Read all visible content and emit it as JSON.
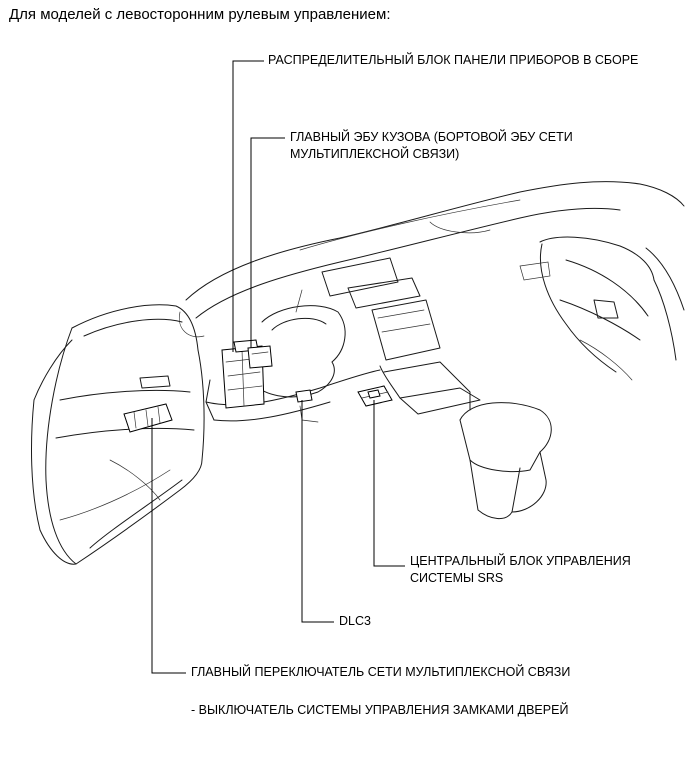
{
  "heading": "Для моделей с левосторонним рулевым управлением:",
  "callouts": {
    "instrument_panel_junction_block": [
      "РАСПРЕДЕЛИТЕЛЬНЫЙ БЛОК ПАНЕЛИ ПРИБОРОВ В СБОРЕ"
    ],
    "main_body_ecu": [
      "ГЛАВНЫЙ ЭБУ КУЗОВА (БОРТОВОЙ ЭБУ СЕТИ",
      "МУЛЬТИПЛЕКСНОЙ СВЯЗИ)"
    ],
    "center_airbag_sensor": [
      "ЦЕНТРАЛЬНЫЙ БЛОК УПРАВЛЕНИЯ",
      "СИСТЕМЫ SRS"
    ],
    "dlc3": [
      "DLC3"
    ],
    "multiplex_network_master_switch": [
      "ГЛАВНЫЙ ПЕРЕКЛЮЧАТЕЛЬ СЕТИ МУЛЬТИПЛЕКСНОЙ СВЯЗИ"
    ],
    "door_lock_control_switch": [
      "- ВЫКЛЮЧАТЕЛЬ СИСТЕМЫ УПРАВЛЕНИЯ ЗАМКАМИ ДВЕРЕЙ"
    ]
  }
}
